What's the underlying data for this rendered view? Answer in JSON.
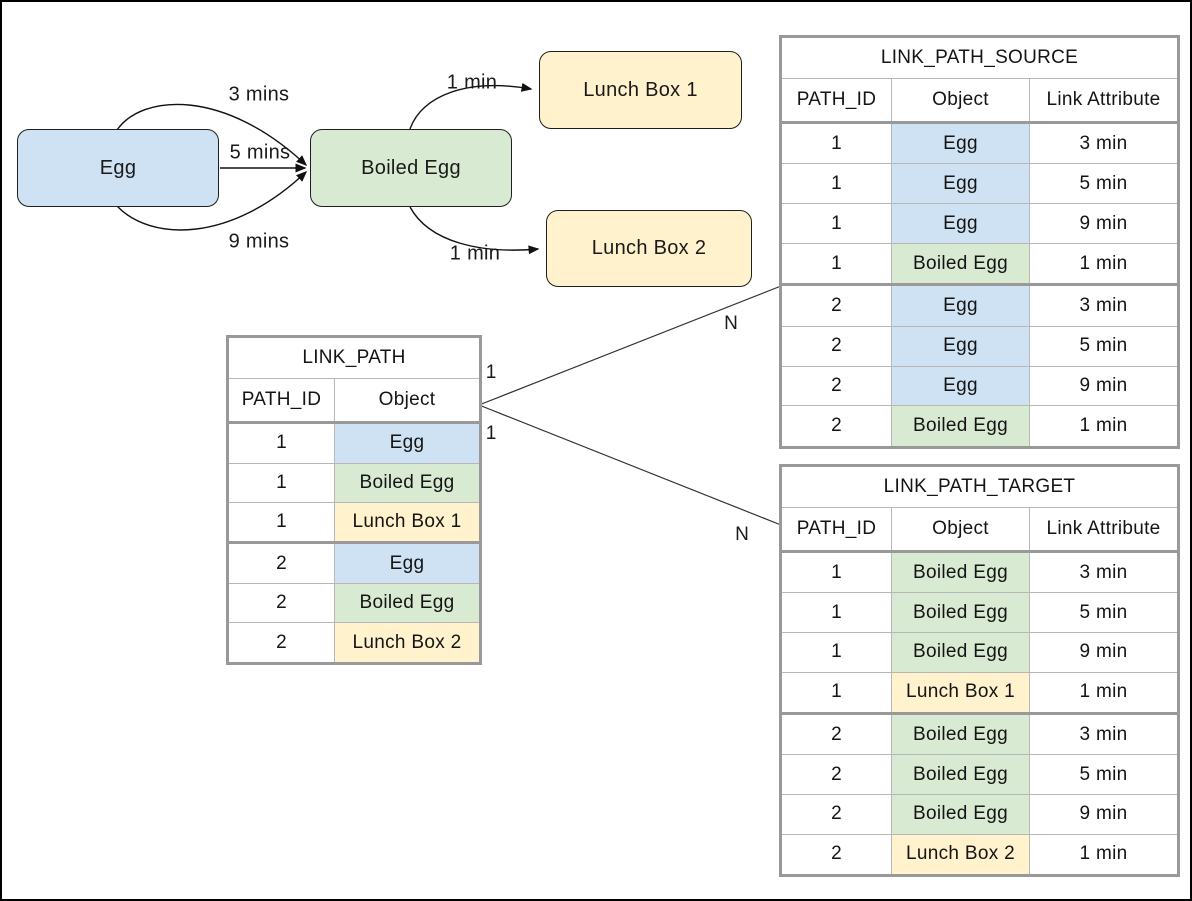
{
  "flow": {
    "nodes": [
      {
        "id": "egg",
        "label": "Egg",
        "color": "#cfe2f3"
      },
      {
        "id": "boiled-egg",
        "label": "Boiled Egg",
        "color": "#d9ead3"
      },
      {
        "id": "lunch-box-1",
        "label": "Lunch Box 1",
        "color": "#fff2cc"
      },
      {
        "id": "lunch-box-2",
        "label": "Lunch Box 2",
        "color": "#fff2cc"
      }
    ],
    "edges": [
      {
        "from": "Egg",
        "to": "Boiled Egg",
        "label": "3 mins"
      },
      {
        "from": "Egg",
        "to": "Boiled Egg",
        "label": "5 mins"
      },
      {
        "from": "Egg",
        "to": "Boiled Egg",
        "label": "9 mins"
      },
      {
        "from": "Boiled Egg",
        "to": "Lunch Box 1",
        "label": "1 min"
      },
      {
        "from": "Boiled Egg",
        "to": "Lunch Box 2",
        "label": "1 min"
      }
    ]
  },
  "relations": {
    "link_path_to_source": {
      "from_card": "1",
      "to_card": "N"
    },
    "link_path_to_target": {
      "from_card": "1",
      "to_card": "N"
    }
  },
  "object_colors": {
    "Egg": "#cfe2f3",
    "Boiled Egg": "#d9ead3",
    "Lunch Box 1": "#fff2cc",
    "Lunch Box 2": "#fff2cc"
  },
  "table_border_colors": {
    "outer": "#999999",
    "inner": "#b7b7b7"
  },
  "tables": [
    {
      "id": "link_path",
      "title": "LINK_PATH",
      "columns": [
        "PATH_ID",
        "Object"
      ],
      "rows": [
        [
          "1",
          "Egg"
        ],
        [
          "1",
          "Boiled Egg"
        ],
        [
          "1",
          "Lunch Box 1"
        ],
        [
          "2",
          "Egg"
        ],
        [
          "2",
          "Boiled Egg"
        ],
        [
          "2",
          "Lunch Box 2"
        ]
      ],
      "group_break_after": [
        2
      ]
    },
    {
      "id": "link_path_source",
      "title": "LINK_PATH_SOURCE",
      "columns": [
        "PATH_ID",
        "Object",
        "Link Attribute"
      ],
      "rows": [
        [
          "1",
          "Egg",
          "3 min"
        ],
        [
          "1",
          "Egg",
          "5 min"
        ],
        [
          "1",
          "Egg",
          "9 min"
        ],
        [
          "1",
          "Boiled Egg",
          "1 min"
        ],
        [
          "2",
          "Egg",
          "3 min"
        ],
        [
          "2",
          "Egg",
          "5 min"
        ],
        [
          "2",
          "Egg",
          "9 min"
        ],
        [
          "2",
          "Boiled Egg",
          "1 min"
        ]
      ],
      "group_break_after": [
        3
      ]
    },
    {
      "id": "link_path_target",
      "title": "LINK_PATH_TARGET",
      "columns": [
        "PATH_ID",
        "Object",
        "Link Attribute"
      ],
      "rows": [
        [
          "1",
          "Boiled Egg",
          "3 min"
        ],
        [
          "1",
          "Boiled Egg",
          "5 min"
        ],
        [
          "1",
          "Boiled Egg",
          "9 min"
        ],
        [
          "1",
          "Lunch Box 1",
          "1 min"
        ],
        [
          "2",
          "Boiled Egg",
          "3 min"
        ],
        [
          "2",
          "Boiled Egg",
          "5 min"
        ],
        [
          "2",
          "Boiled Egg",
          "9 min"
        ],
        [
          "2",
          "Lunch Box 2",
          "1 min"
        ]
      ],
      "group_break_after": [
        3
      ]
    }
  ]
}
